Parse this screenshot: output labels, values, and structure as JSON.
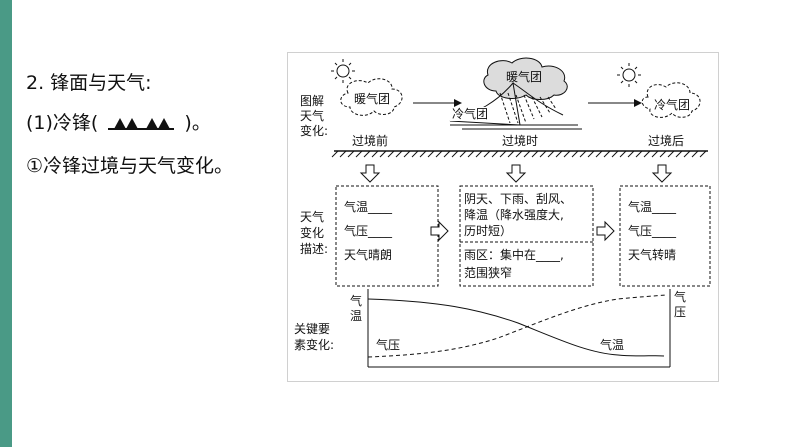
{
  "text": {
    "line1": "2. 锋面与天气:",
    "line2_prefix": "(1)冷锋(",
    "line2_suffix": ")。",
    "line3": "①冷锋过境与天气变化。"
  },
  "figure": {
    "row_labels": {
      "tujie": [
        "图解",
        "天气",
        "变化:"
      ],
      "miaoshu": [
        "天气",
        "变化",
        "描述:"
      ],
      "guanjian": [
        "关键要",
        "素变化:"
      ]
    },
    "stages": [
      "过境前",
      "过境时",
      "过境后"
    ],
    "air_mass": {
      "warm_left": "暖气团",
      "warm_top": "暖气团",
      "cold": "冷气团",
      "warm_right": "冷气团"
    },
    "box_before": [
      "气温____",
      "气压____",
      "天气晴朗"
    ],
    "box_during_top": [
      "阴天、下雨、刮风、",
      "降温（降水强度大,",
      "历时短）"
    ],
    "box_during_bottom": [
      "雨区：集中在____,",
      "范围狭窄"
    ],
    "box_after": [
      "气温____",
      "气压____",
      "天气转晴"
    ],
    "curve_labels": {
      "left_axis": [
        "气",
        "温"
      ],
      "right_axis": [
        "气",
        "压"
      ],
      "pressure": "气压",
      "temperature": "气温"
    }
  },
  "colors": {
    "accent_bar": "#4a9a86",
    "ink": "#111111"
  }
}
